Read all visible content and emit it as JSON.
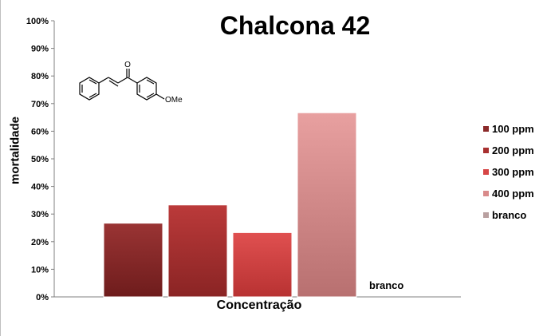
{
  "chart_data": {
    "type": "bar",
    "title": "Chalcona 42",
    "xlabel": "Concentração",
    "ylabel": "mortalidade",
    "ylim": [
      0,
      100
    ],
    "ytick_labels": [
      "0%",
      "10%",
      "20%",
      "30%",
      "40%",
      "50%",
      "60%",
      "70%",
      "80%",
      "90%",
      "100%"
    ],
    "series": [
      {
        "name": "100 ppm",
        "values": [
          26.7
        ],
        "color": "#8b2a2a"
      },
      {
        "name": "200 ppm",
        "values": [
          33.3
        ],
        "color": "#a8302f"
      },
      {
        "name": "300 ppm",
        "values": [
          23.3
        ],
        "color": "#d64545"
      },
      {
        "name": "400 ppm",
        "values": [
          66.7
        ],
        "color": "#d98a8a"
      },
      {
        "name": "branco",
        "values": [
          0
        ],
        "color": "#b9a0a0"
      }
    ],
    "data_label": "branco",
    "legend_placement": "right",
    "grid": false
  },
  "structure": {
    "substituent_label": "OMe",
    "carbonyl_label": "O"
  }
}
